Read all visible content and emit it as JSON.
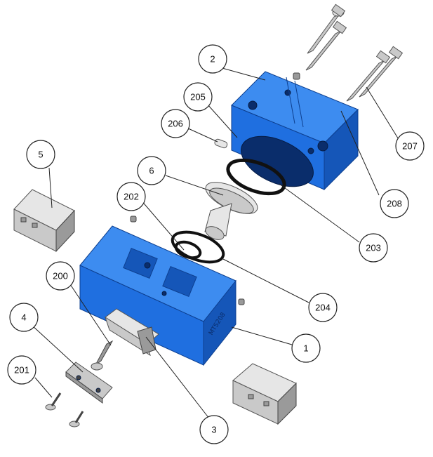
{
  "diagram": {
    "callouts": [
      {
        "id": "c2",
        "label": "2"
      },
      {
        "id": "c205",
        "label": "205"
      },
      {
        "id": "c206",
        "label": "206"
      },
      {
        "id": "c207",
        "label": "207"
      },
      {
        "id": "c208",
        "label": "208"
      },
      {
        "id": "c5",
        "label": "5"
      },
      {
        "id": "c6",
        "label": "6"
      },
      {
        "id": "c202",
        "label": "202"
      },
      {
        "id": "c203",
        "label": "203"
      },
      {
        "id": "c200",
        "label": "200"
      },
      {
        "id": "c204",
        "label": "204"
      },
      {
        "id": "c4",
        "label": "4"
      },
      {
        "id": "c1",
        "label": "1"
      },
      {
        "id": "c201",
        "label": "201"
      },
      {
        "id": "c3",
        "label": "3"
      }
    ],
    "engraving": {
      "model": "MTS208"
    },
    "colors": {
      "body": "#1f6fe0",
      "jaw": "#c9c9c9",
      "seal": "#111111"
    }
  }
}
